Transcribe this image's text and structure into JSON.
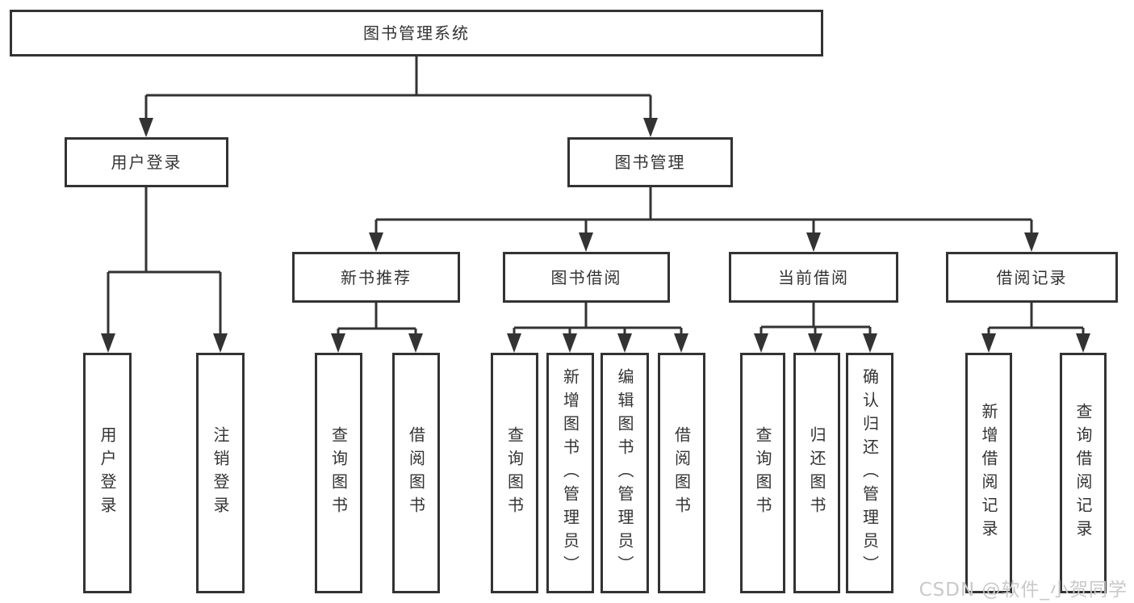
{
  "tree": {
    "root": {
      "label": "图书管理系统"
    },
    "branches": [
      {
        "label": "用户登录",
        "children": [
          {
            "label": "用户登录"
          },
          {
            "label": "注销登录"
          }
        ]
      },
      {
        "label": "图书管理",
        "children": [
          {
            "label": "新书推荐",
            "children": [
              {
                "label": "查询图书"
              },
              {
                "label": "借阅图书"
              }
            ]
          },
          {
            "label": "图书借阅",
            "children": [
              {
                "label": "查询图书"
              },
              {
                "label": "新增图书（管理员）"
              },
              {
                "label": "编辑图书（管理员）"
              },
              {
                "label": "借阅图书"
              }
            ]
          },
          {
            "label": "当前借阅",
            "children": [
              {
                "label": "查询图书"
              },
              {
                "label": "归还图书"
              },
              {
                "label": "确认归还（管理员）"
              }
            ]
          },
          {
            "label": "借阅记录",
            "children": [
              {
                "label": "新增借阅记录"
              },
              {
                "label": "查询借阅记录"
              }
            ]
          }
        ]
      }
    ]
  },
  "watermark": {
    "text": "CSDN @软件_小贺同学"
  },
  "colors": {
    "line": "#333333",
    "box_background": "#ffffff",
    "watermark_text": "#c9c9c9"
  }
}
